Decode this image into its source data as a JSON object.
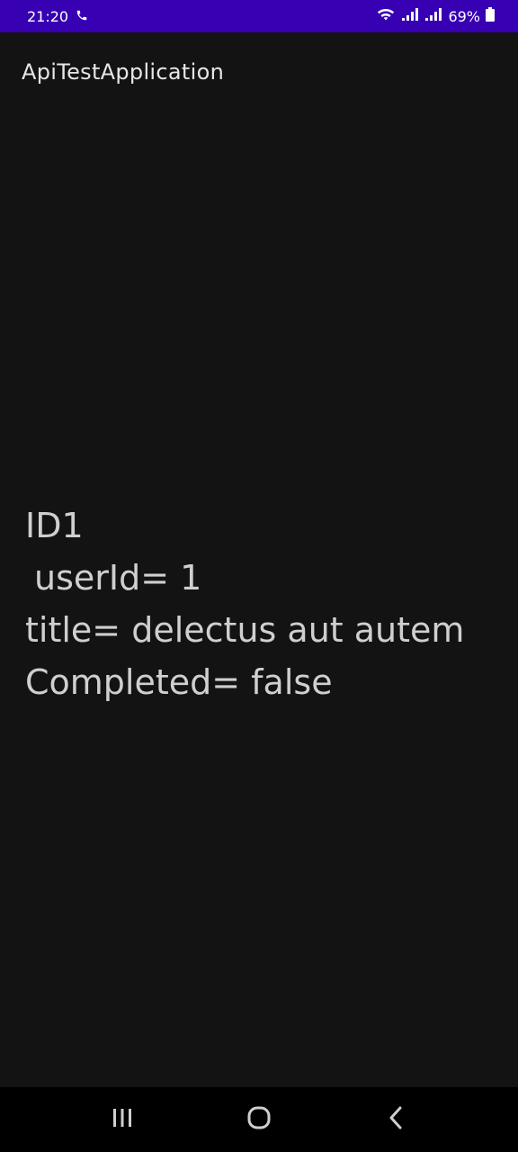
{
  "status_bar": {
    "time": "21:20",
    "battery": "69%",
    "icons": [
      "phone-call-icon",
      "wifi-icon",
      "signal-icon",
      "signal-icon",
      "battery-icon"
    ]
  },
  "app_bar": {
    "title": "ApiTestApplication"
  },
  "content": {
    "id_line": "ID1",
    "user_line": "userId= 1",
    "title_line": "title= delectus aut autem",
    "completed_line": "Completed= false"
  },
  "nav_bar": {
    "icons": [
      "recent-apps-icon",
      "home-icon",
      "back-icon"
    ]
  },
  "colors": {
    "status_bar": "#3700b3",
    "background": "#131313",
    "text": "#cfcfcf"
  }
}
